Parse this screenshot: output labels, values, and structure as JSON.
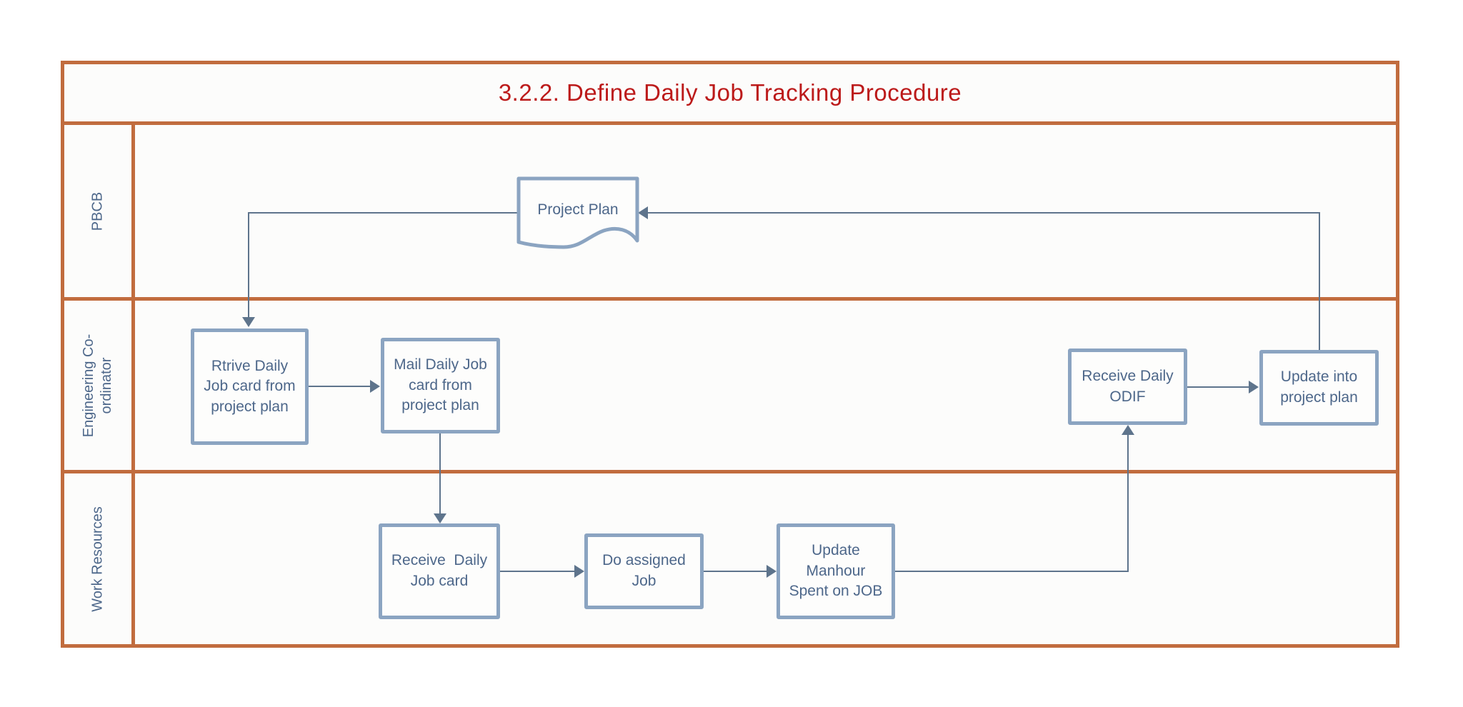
{
  "title": "3.2.2. Define Daily Job Tracking Procedure",
  "colors": {
    "frame": "#C16C3E",
    "shape_border": "#8BA4C1",
    "shape_fill": "#FDFDFC",
    "node_text": "#4D678A",
    "connector": "#5E748C",
    "title_text": "#BC1A1A",
    "lane_fill": "#FCFCFB"
  },
  "lanes": [
    {
      "label": "PBCB"
    },
    {
      "label": "Engineering Co-\nordinator"
    },
    {
      "label": "Work Resources"
    }
  ],
  "nodes": {
    "project_plan": {
      "label": "Project Plan",
      "type": "document",
      "lane": "PBCB"
    },
    "retrieve_job_card": {
      "label": "Rtrive Daily\nJob card from\nproject plan",
      "type": "process",
      "lane": "Engineering Co-ordinator"
    },
    "mail_job_card": {
      "label": "Mail Daily Job\ncard from\nproject plan",
      "type": "process",
      "lane": "Engineering Co-ordinator"
    },
    "receive_odif": {
      "label": "Receive Daily\nODIF",
      "type": "process",
      "lane": "Engineering Co-ordinator"
    },
    "update_into_project_plan": {
      "label": "Update into\nproject plan",
      "type": "process",
      "lane": "Engineering Co-ordinator"
    },
    "receive_job_card": {
      "label": "Receive  Daily\nJob card",
      "type": "process",
      "lane": "Work Resources"
    },
    "do_assigned_job": {
      "label": "Do assigned\nJob",
      "type": "process",
      "lane": "Work Resources"
    },
    "update_manhour": {
      "label": "Update\nManhour\nSpent on JOB",
      "type": "process",
      "lane": "Work Resources"
    }
  },
  "edges": [
    {
      "from": "project_plan",
      "to": "retrieve_job_card"
    },
    {
      "from": "retrieve_job_card",
      "to": "mail_job_card"
    },
    {
      "from": "mail_job_card",
      "to": "receive_job_card"
    },
    {
      "from": "receive_job_card",
      "to": "do_assigned_job"
    },
    {
      "from": "do_assigned_job",
      "to": "update_manhour"
    },
    {
      "from": "update_manhour",
      "to": "receive_odif"
    },
    {
      "from": "receive_odif",
      "to": "update_into_project_plan"
    },
    {
      "from": "update_into_project_plan",
      "to": "project_plan"
    }
  ]
}
